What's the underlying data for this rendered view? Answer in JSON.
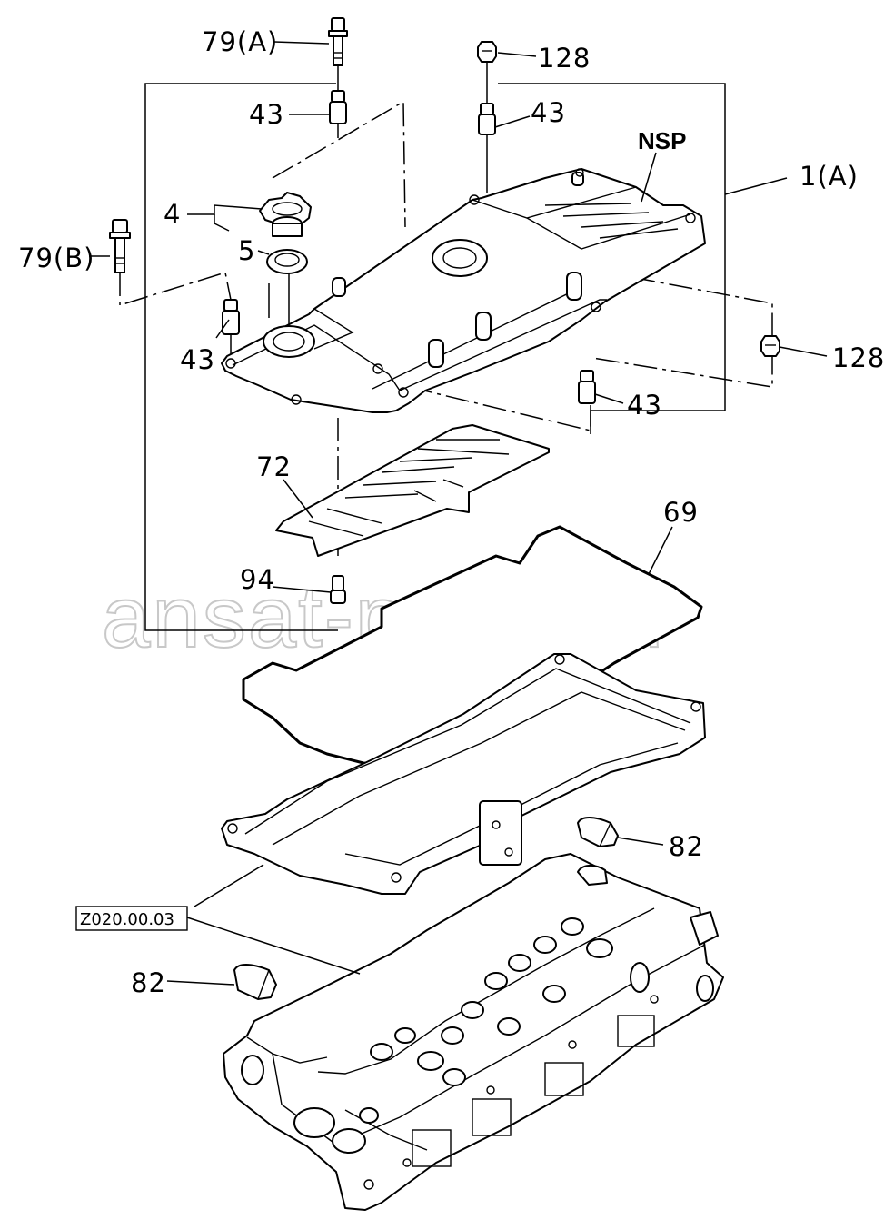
{
  "diagram": {
    "labels": {
      "bolt_a": "79(A)",
      "nut_top": "128",
      "stud_top_left": "43",
      "stud_top_right": "43",
      "nsp": "NSP",
      "cover": "1(A)",
      "oil_cap": "4",
      "cap_seal": "5",
      "bolt_b": "79(B)",
      "nut_right": "128",
      "stud_left": "43",
      "stud_right": "43",
      "baffle": "72",
      "gasket": "69",
      "plug": "94",
      "cap_right": "82",
      "cap_left": "82",
      "reference_box": "Z020.00.03"
    },
    "watermark": "ansat-parts.ru"
  }
}
